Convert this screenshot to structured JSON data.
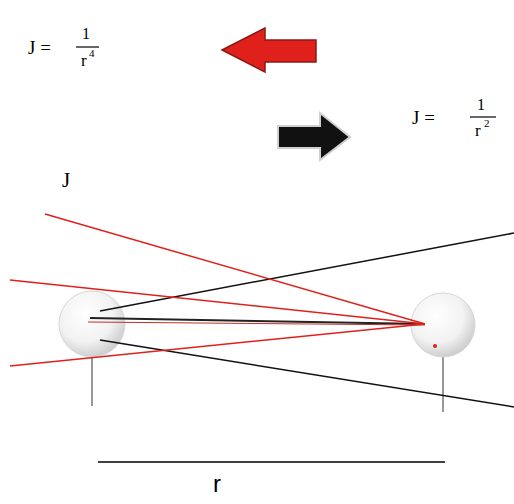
{
  "diagram": {
    "labels": [
      "J =",
      "1",
      "r",
      "4",
      "J =",
      "1",
      "r",
      "2",
      "J",
      "r"
    ]
  }
}
